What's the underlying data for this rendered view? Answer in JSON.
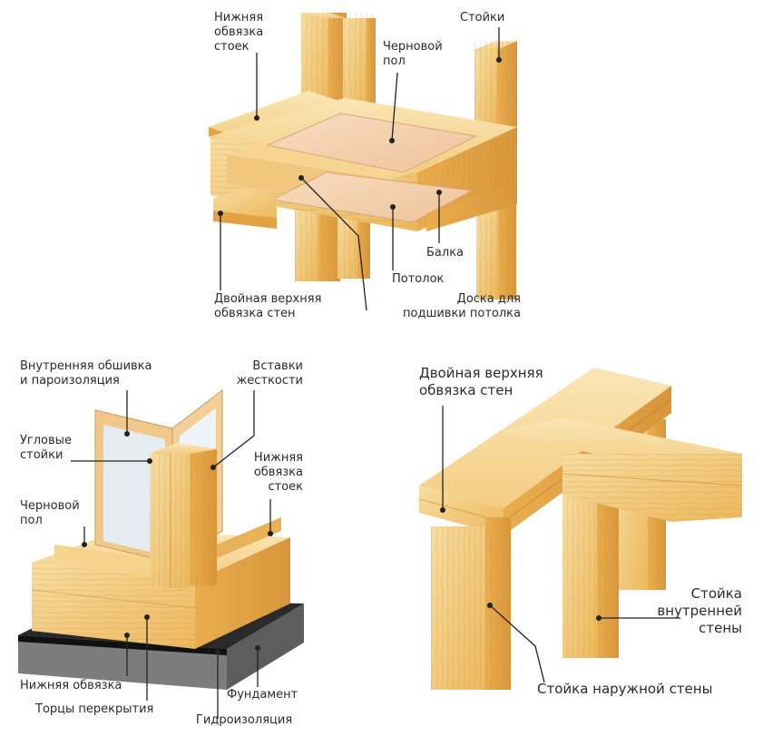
{
  "colors": {
    "wood_light": "#f7d99a",
    "wood_mid": "#eebd62",
    "wood_dark": "#d99a3c",
    "wood_edge": "#b8792a",
    "plywood": "#f3cfa6",
    "plywood_edge": "#d9a57a",
    "osb": "#f0c98a",
    "membrane": "#e6eef4",
    "foundation": "#6f6f6f",
    "foundation_top": "#9a9a9a",
    "waterproof": "#1c1c1c",
    "leader": "#222222"
  },
  "diagram_top": {
    "labels": {
      "bottom_plate": "Нижняя\nобвязка\nстоек",
      "studs": "Стойки",
      "subfloor": "Черновой\nпол",
      "joist": "Балка",
      "ceiling": "Потолок",
      "double_top_plate": "Двойная верхняя\nобвязка стен",
      "ceiling_board": "Доска для\nподшивки потолка"
    }
  },
  "diagram_bottom_left": {
    "labels": {
      "interior_sheathing": "Внутренняя обшивка\nи пароизоляция",
      "stiffeners": "Вставки\nжесткости",
      "corner_studs": "Угловые\nстойки",
      "bottom_plate_studs": "Нижняя\nобвязка\nстоек",
      "subfloor": "Черновой\nпол",
      "bottom_plate": "Нижняя обвязка",
      "floor_ends": "Торцы перекрытия",
      "foundation": "Фундамент",
      "waterproofing": "Гидроизоляция"
    }
  },
  "diagram_bottom_right": {
    "labels": {
      "double_top_plate": "Двойная верхняя\nобвязка стен",
      "interior_stud": "Стойка\nвнутренней\nстены",
      "exterior_stud": "Стойка наружной стены"
    }
  }
}
